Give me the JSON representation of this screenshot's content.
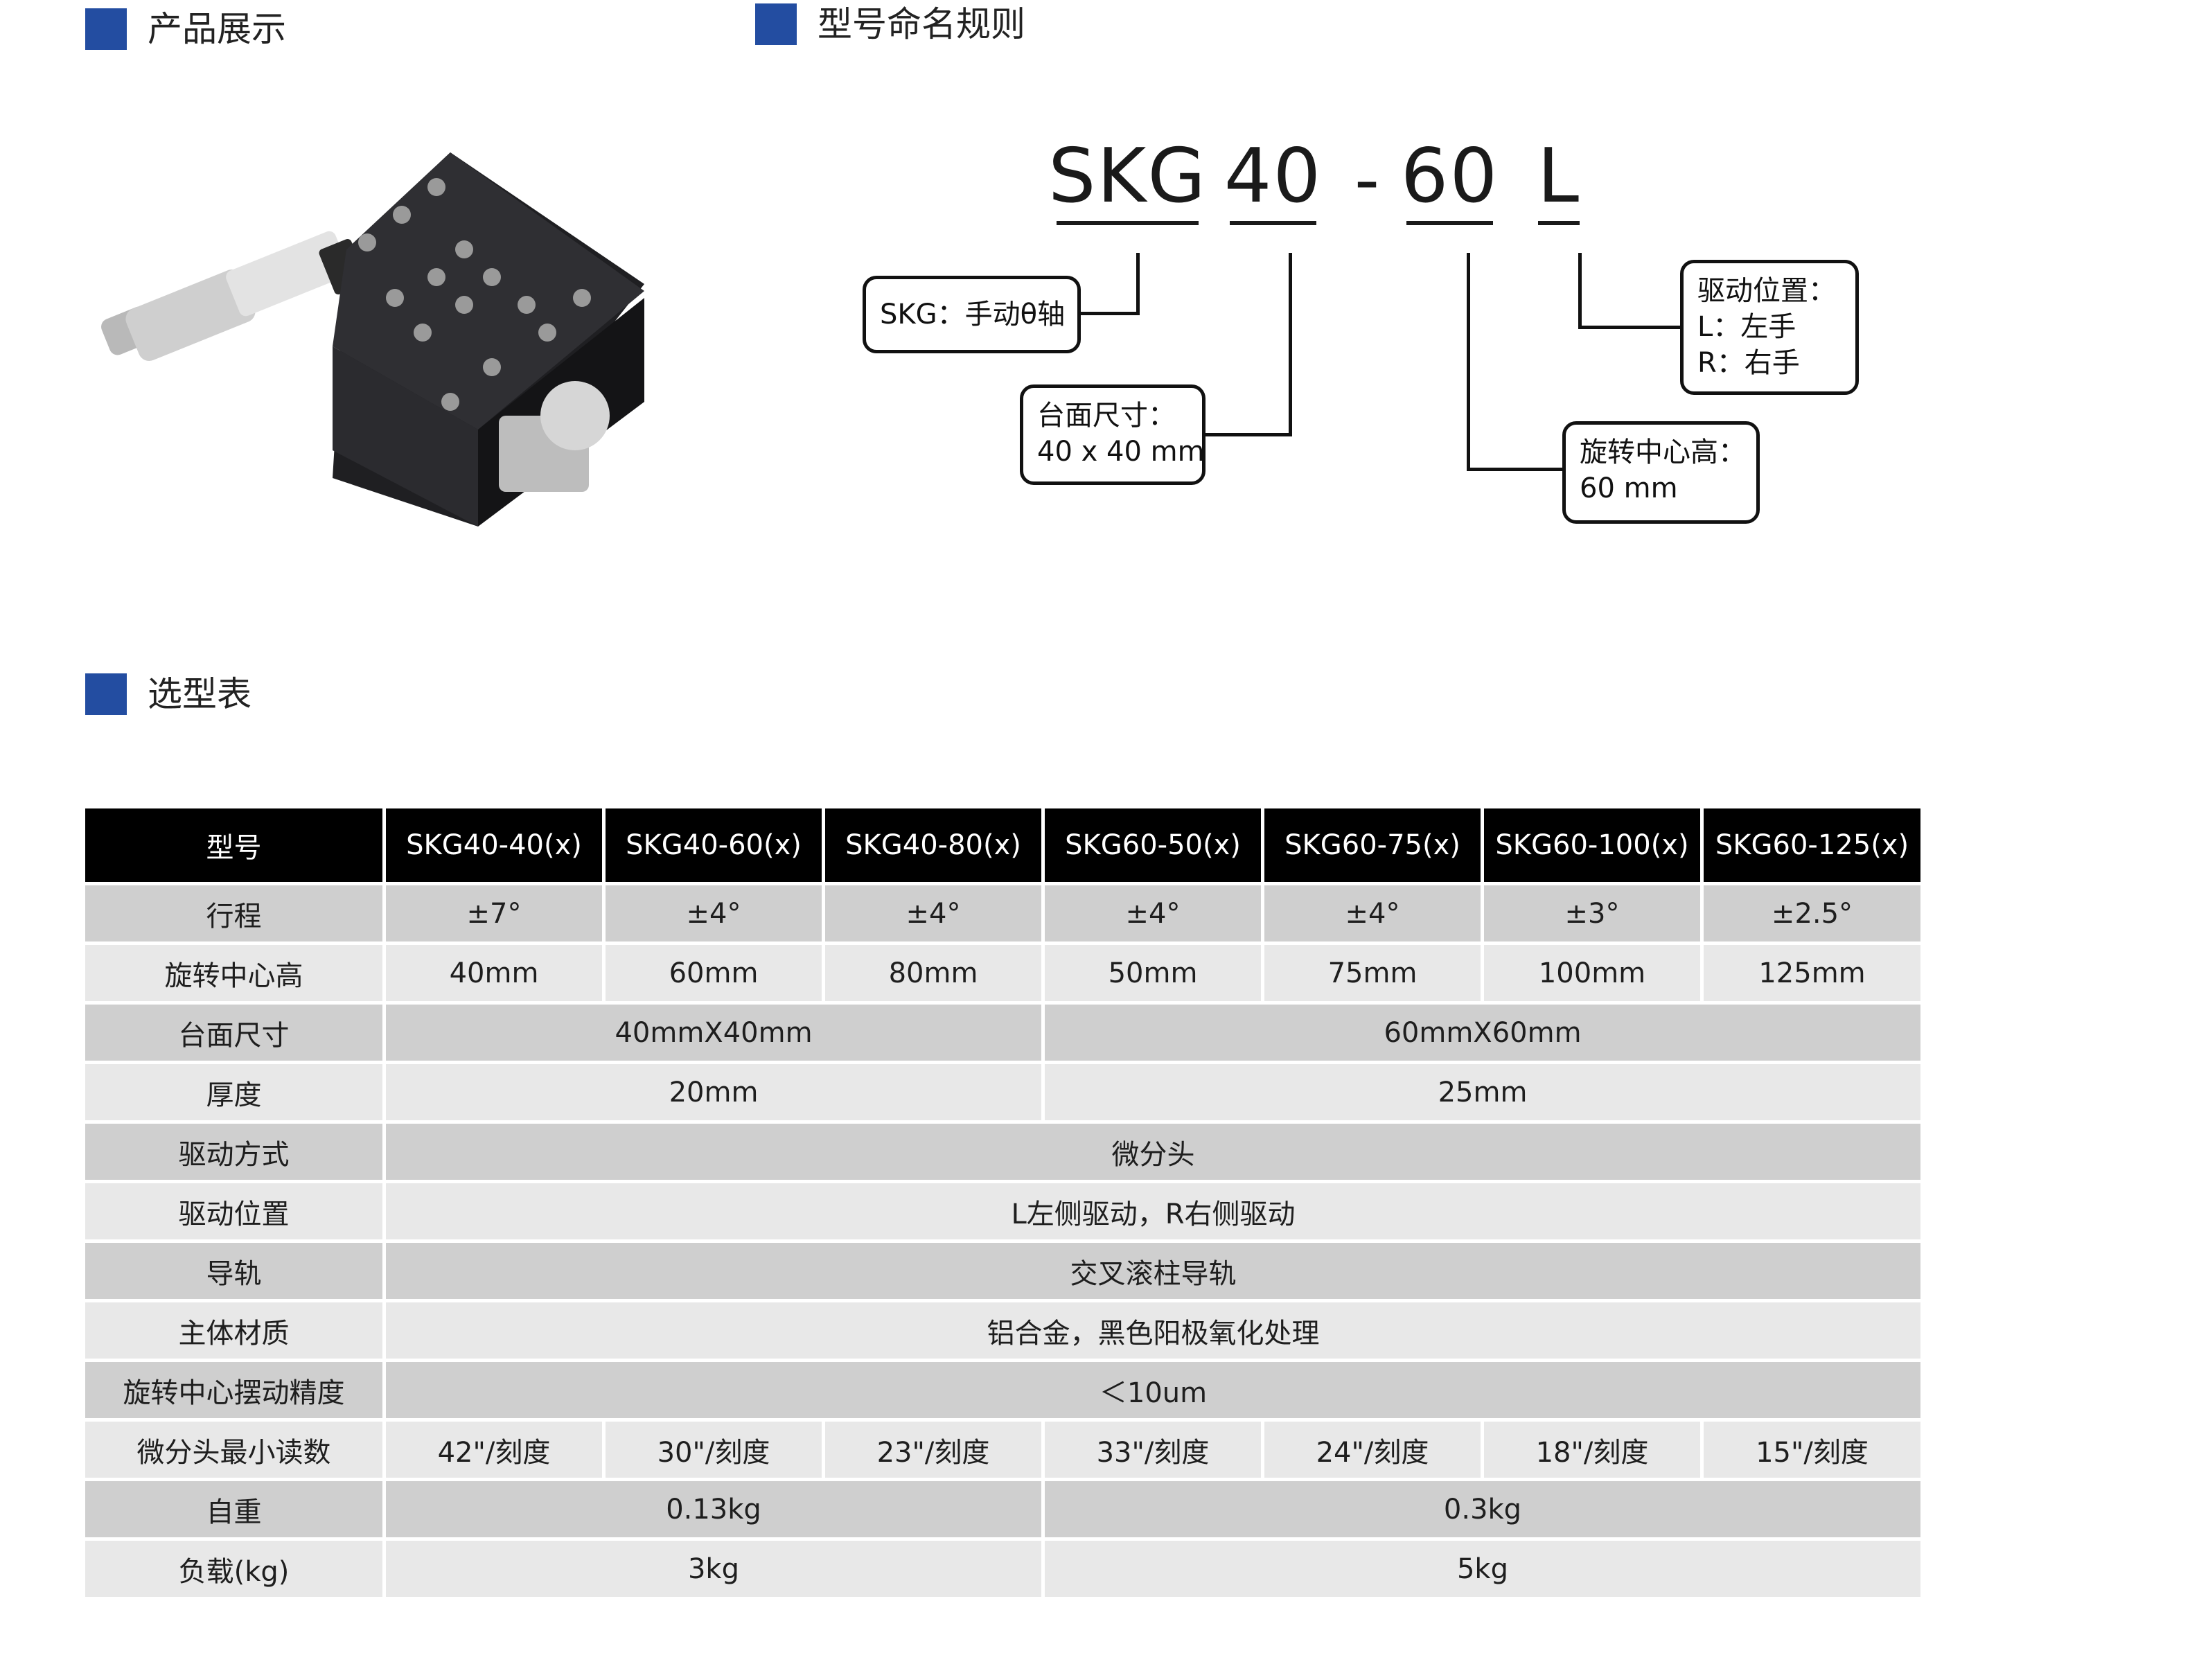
{
  "sections": {
    "product": "产品展示",
    "naming": "型号命名规则",
    "selection": "选型表"
  },
  "naming": {
    "codes": [
      "SKG",
      "40",
      "-",
      "60",
      "L"
    ],
    "box_series": "SKG：手动θ轴",
    "box_size_title": "台面尺寸：",
    "box_size_value": "40 x 40 mm",
    "box_height_title": "旋转中心高：",
    "box_height_value": "60 mm",
    "box_drive_title": "驱动位置：",
    "box_drive_l": "L：左手",
    "box_drive_r": "R：右手"
  },
  "table": {
    "header": [
      "型号",
      "SKG40-40(x)",
      "SKG40-60(x)",
      "SKG40-80(x)",
      "SKG60-50(x)",
      "SKG60-75(x)",
      "SKG60-100(x)",
      "SKG60-125(x)"
    ],
    "travel": {
      "label": "行程",
      "values": [
        "±7°",
        "±4°",
        "±4°",
        "±4°",
        "±4°",
        "±3°",
        "±2.5°"
      ]
    },
    "center_height": {
      "label": "旋转中心高",
      "values": [
        "40mm",
        "60mm",
        "80mm",
        "50mm",
        "75mm",
        "100mm",
        "125mm"
      ]
    },
    "table_size": {
      "label": "台面尺寸",
      "values": [
        "40mmX40mm",
        "60mmX60mm"
      ]
    },
    "thickness": {
      "label": "厚度",
      "values": [
        "20mm",
        "25mm"
      ]
    },
    "drive_method": {
      "label": "驱动方式",
      "value": "微分头"
    },
    "drive_position": {
      "label": "驱动位置",
      "value": "L左侧驱动，R右侧驱动"
    },
    "guide": {
      "label": "导轨",
      "value": "交叉滚柱导轨"
    },
    "material": {
      "label": "主体材质",
      "value": "铝合金，黑色阳极氧化处理"
    },
    "wobble": {
      "label": "旋转中心摆动精度",
      "value": "＜10um"
    },
    "micrometer": {
      "label": "微分头最小读数",
      "values": [
        "42\"/刻度",
        "30\"/刻度",
        "23\"/刻度",
        "33\"/刻度",
        "24\"/刻度",
        "18\"/刻度",
        "15\"/刻度"
      ]
    },
    "weight": {
      "label": "自重",
      "values": [
        "0.13kg",
        "0.3kg"
      ]
    },
    "load": {
      "label": "负载(kg)",
      "values": [
        "3kg",
        "5kg"
      ]
    }
  },
  "colors": {
    "accent": "#234da1",
    "header_bg": "#000000",
    "row_dark": "#cfcfcf",
    "row_light": "#e8e8e8"
  }
}
